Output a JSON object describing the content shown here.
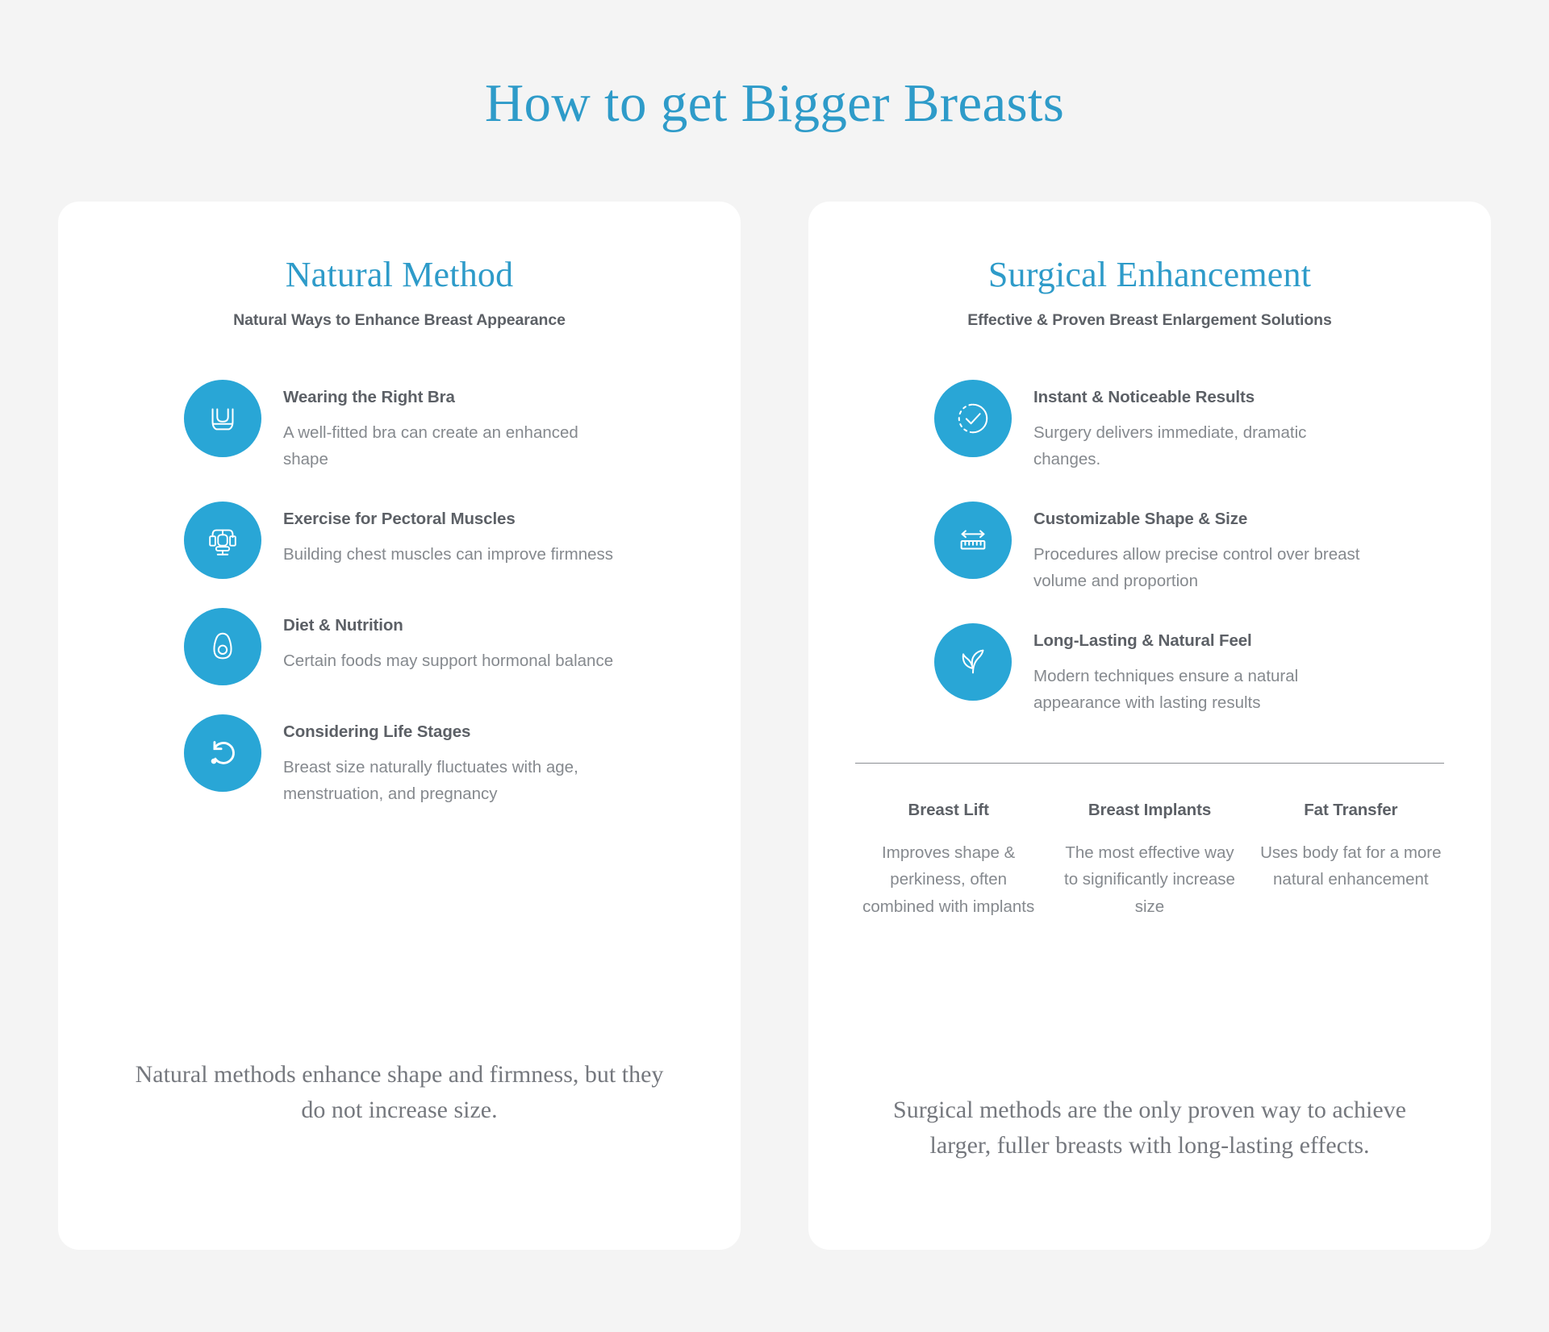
{
  "page": {
    "title": "How to get Bigger Breasts",
    "background_color": "#f4f4f4",
    "accent_color": "#29a6d6",
    "title_color": "#2e9bc9"
  },
  "natural_card": {
    "title": "Natural Method",
    "subtitle": "Natural Ways to Enhance Breast Appearance",
    "features": [
      {
        "icon": "sports-bra-icon",
        "title": "Wearing the Right Bra",
        "desc": "A well-fitted bra can create an enhanced shape"
      },
      {
        "icon": "bench-press-icon",
        "title": "Exercise for Pectoral Muscles",
        "desc": "Building chest muscles can improve firmness"
      },
      {
        "icon": "avocado-icon",
        "title": "Diet & Nutrition",
        "desc": "Certain foods may support hormonal balance"
      },
      {
        "icon": "cycle-arrow-icon",
        "title": "Considering Life Stages",
        "desc": "Breast size naturally fluctuates with age, menstruation, and pregnancy"
      }
    ],
    "conclusion": "Natural methods enhance shape and firmness, but they do not increase size."
  },
  "surgical_card": {
    "title": "Surgical Enhancement",
    "subtitle": "Effective & Proven Breast Enlargement Solutions",
    "features": [
      {
        "icon": "check-circle-dashed-icon",
        "title": "Instant & Noticeable Results",
        "desc": "Surgery delivers immediate, dramatic changes."
      },
      {
        "icon": "ruler-arrow-icon",
        "title": "Customizable Shape & Size",
        "desc": "Procedures allow precise control over breast volume and proportion"
      },
      {
        "icon": "leaf-sprout-icon",
        "title": "Long-Lasting & Natural Feel",
        "desc": "Modern techniques ensure a natural appearance with lasting results"
      }
    ],
    "procedures": [
      {
        "title": "Breast Lift",
        "desc": "Improves shape & perkiness, often combined with implants"
      },
      {
        "title": "Breast Implants",
        "desc": "The most effective way to significantly increase size"
      },
      {
        "title": "Fat Transfer",
        "desc": "Uses body fat for a more natural enhancement"
      }
    ],
    "conclusion": "Surgical methods are the only proven way to achieve larger, fuller breasts with long-lasting effects."
  }
}
